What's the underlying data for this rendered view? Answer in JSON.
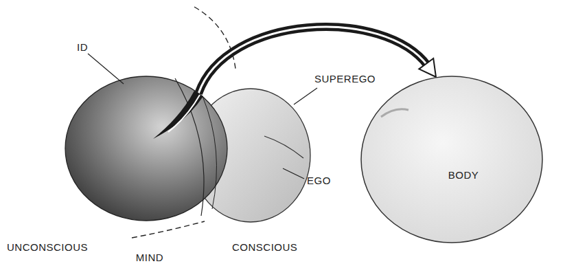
{
  "diagram": {
    "nodes": [
      {
        "text": [
          "MIND"
        ]
      },
      {
        "text": [
          "BODY"
        ]
      }
    ],
    "edges": [
      {
        "from": 0,
        "to": 1,
        "arrow": "to"
      }
    ],
    "labels": [
      "ID",
      "SUPEREGO",
      "EGO",
      "UNCONSCIOUS",
      "CONSCIOUS"
    ]
  }
}
